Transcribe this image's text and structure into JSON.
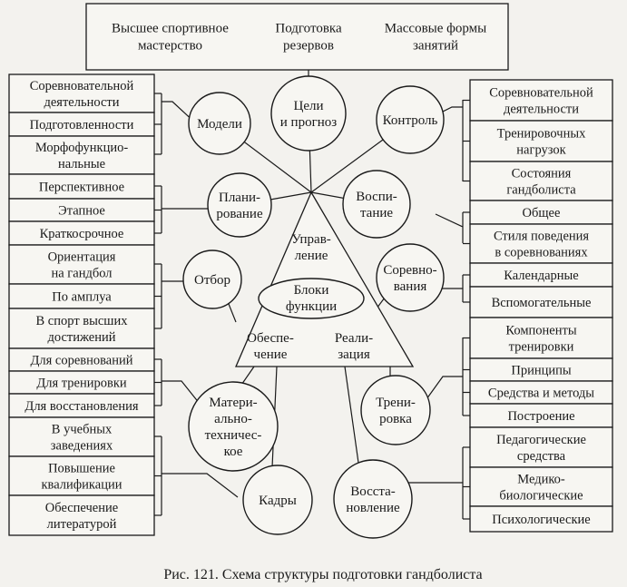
{
  "top": {
    "col1": [
      "Высшее спортивное",
      "мастерство"
    ],
    "col2": [
      "Подготовка",
      "резервов"
    ],
    "col3": [
      "Массовые формы",
      "занятий"
    ]
  },
  "left_boxes": [
    [
      "Соревновательной",
      "деятельности"
    ],
    [
      "Подготовленности"
    ],
    [
      "Морфофункцио-",
      "нальные"
    ],
    [
      "Перспективное"
    ],
    [
      "Этапное"
    ],
    [
      "Краткосрочное"
    ],
    [
      "Ориентация",
      "на гандбол"
    ],
    [
      "По амплуа"
    ],
    [
      "В спорт высших",
      "достижений"
    ],
    [
      "Для соревнований"
    ],
    [
      "Для тренировки"
    ],
    [
      "Для восстановления"
    ],
    [
      "В учебных",
      "заведениях"
    ],
    [
      "Повышение",
      "квалификации"
    ],
    [
      "Обеспечение",
      "литературой"
    ]
  ],
  "right_boxes": [
    [
      "Соревновательной",
      "деятельности"
    ],
    [
      "Тренировочных",
      "нагрузок"
    ],
    [
      "Состояния",
      "гандболиста"
    ],
    [
      "Общее"
    ],
    [
      "Стиля поведения",
      "в соревнованиях"
    ],
    [
      "Календарные"
    ],
    [
      "Вспомогательные"
    ],
    [
      "Компоненты",
      "тренировки"
    ],
    [
      "Принципы"
    ],
    [
      "Средства и методы"
    ],
    [
      "Построение"
    ],
    [
      "Педагогические",
      "средства"
    ],
    [
      "Медико-",
      "биологические"
    ],
    [
      "Психологические"
    ]
  ],
  "circles": {
    "models": [
      "Модели"
    ],
    "goals": [
      "Цели",
      "и прогноз"
    ],
    "control": [
      "Контроль"
    ],
    "planning": [
      "Плани-",
      "рование"
    ],
    "education": [
      "Воспи-",
      "тание"
    ],
    "selection": [
      "Отбор"
    ],
    "competition": [
      "Соревно-",
      "вания"
    ],
    "material": [
      "Матери-",
      "ально-",
      "техничес-",
      "кое"
    ],
    "training": [
      "Трени-",
      "ровка"
    ],
    "staff": [
      "Кадры"
    ],
    "recovery": [
      "Восста-",
      "новление"
    ]
  },
  "triangle": {
    "management": [
      "Управ-",
      "ление"
    ],
    "blocks": [
      "Блоки",
      "функции"
    ],
    "provision": [
      "Обеспе-",
      "чение"
    ],
    "realization": [
      "Реали-",
      "зация"
    ]
  },
  "caption": "Рис. 121. Схема структуры подготовки гандболиста"
}
